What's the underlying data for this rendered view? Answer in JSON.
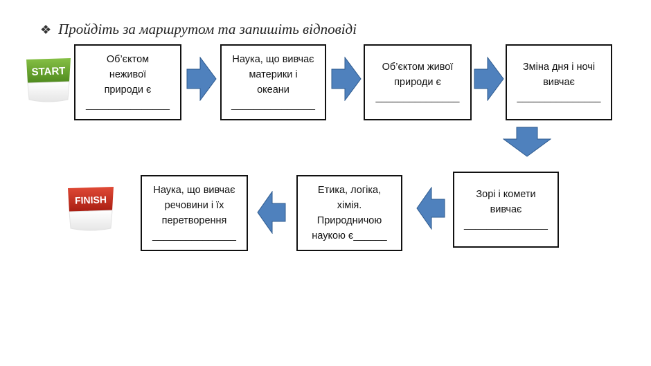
{
  "title": {
    "bullet": "❖",
    "text": "Пройдіть за маршрутом та запишіть відповіді"
  },
  "flags": {
    "start": {
      "label": "START",
      "color": "#6aa530"
    },
    "finish": {
      "label": "FINISH",
      "color": "#c62a1e"
    }
  },
  "boxes": [
    {
      "lines": [
        "Об’єктом",
        "неживої",
        "природи є",
        "_______________"
      ]
    },
    {
      "lines": [
        "Наука, що вивчає",
        "материки і",
        "океани",
        "_______________"
      ]
    },
    {
      "lines": [
        "Об’єктом живої",
        "природи є",
        "_______________"
      ]
    },
    {
      "lines": [
        "Зміна дня і ночі",
        "вивчає",
        "_______________"
      ]
    },
    {
      "lines": [
        "Зорі і комети",
        "вивчає",
        "_______________"
      ]
    },
    {
      "lines": [
        "Етика, логіка,",
        "хімія.",
        "Природничою",
        "наукою є______"
      ]
    },
    {
      "lines": [
        "Наука, що вивчає",
        "речовини і їх",
        "перетворення",
        "_______________"
      ]
    }
  ],
  "colors": {
    "arrow_fill": "#4f81bd",
    "arrow_stroke": "#2e5a8e"
  }
}
